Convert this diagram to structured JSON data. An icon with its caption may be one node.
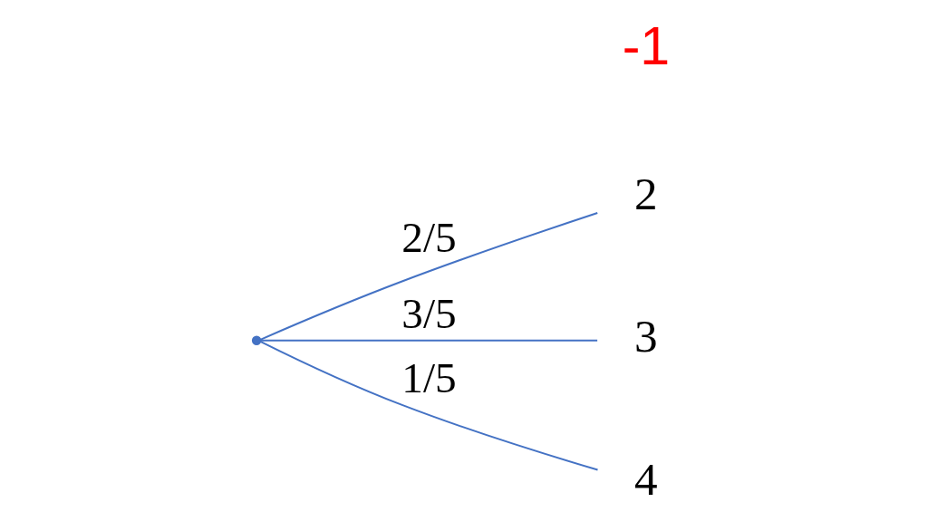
{
  "diagram": {
    "nodes": [
      {
        "text": [],
        "shape": "point"
      },
      {
        "text": [
          "2"
        ]
      },
      {
        "text": [
          "3"
        ]
      },
      {
        "text": [
          "4"
        ]
      }
    ],
    "edges": [
      {
        "from": 0,
        "to": 1,
        "arrow": "none",
        "label": "2/5"
      },
      {
        "from": 0,
        "to": 2,
        "arrow": "none",
        "label": "3/5"
      },
      {
        "from": 0,
        "to": 3,
        "arrow": "none",
        "label": "1/5"
      }
    ],
    "labels": [
      "-1"
    ]
  }
}
